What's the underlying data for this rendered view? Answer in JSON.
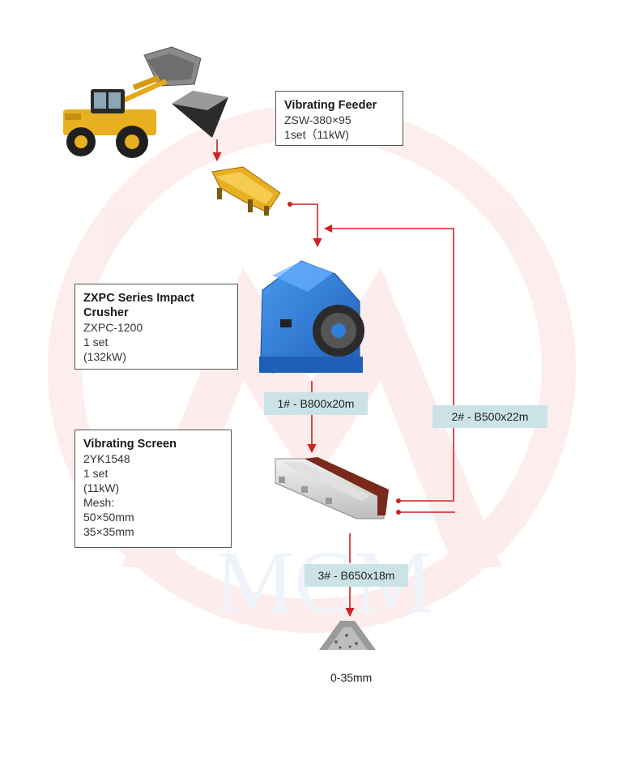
{
  "colors": {
    "flow_line": "#cc2222",
    "belt_fill": "#cbe3e6",
    "watermark": "#e53935",
    "feeder_yellow": "#e8b020",
    "crusher_blue": "#2f7fd8",
    "screen_brown": "#7a2a1a"
  },
  "watermark": {
    "text": "MCM"
  },
  "feeder_box": {
    "title": "Vibrating Feeder",
    "model": "ZSW-380×95",
    "qty": "1set（11kW)"
  },
  "crusher_box": {
    "title_line1": "ZXPC Series Impact",
    "title_line2": "Crusher",
    "model": "ZXPC-1200",
    "qty": "1 set",
    "power": "(132kW)"
  },
  "screen_box": {
    "title": "Vibrating Screen",
    "model": "2YK1548",
    "qty": "1 set",
    "power": "(11kW)",
    "mesh_label": "Mesh:",
    "mesh1": "50×50mm",
    "mesh2": "35×35mm"
  },
  "belts": {
    "b1": "1# - B800x20m",
    "b2": "2# - B500x22m",
    "b3": "3# - B650x18m"
  },
  "output": {
    "label": "0-35mm"
  },
  "icons": [
    "wheel-loader-icon",
    "hopper-icon",
    "vibrating-feeder-icon",
    "impact-crusher-icon",
    "vibrating-screen-icon",
    "gravel-pile-icon"
  ]
}
